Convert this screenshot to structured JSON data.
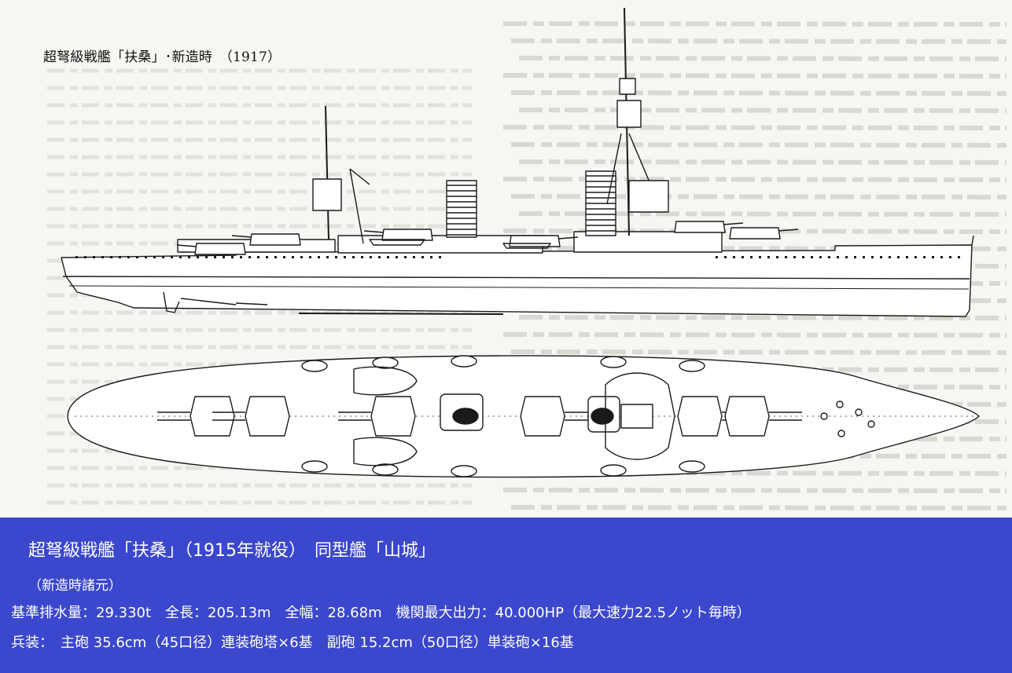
{
  "caption": "超弩級戦艦「扶桑」･新造時　（1917）",
  "panel": {
    "title": "超弩級戦艦「扶桑」（1915年就役）　同型艦「山城」",
    "subtitle": "（新造時諸元）",
    "specs": "基準排水量：29.330t　全長：205.13m　全幅：28.68m　機関最大出力：40.000HP（最大速力22.5ノット毎時）",
    "armament": "兵装：　主砲 35.6cm（45口径）連装砲塔×6基　副砲 15.2cm（50口径）単装砲×16基"
  },
  "colors": {
    "panel_bg": "#3b47cd",
    "panel_text": "#ffffff",
    "drawing_bg": "#f6f6f3",
    "line": "#1a1a1a"
  }
}
